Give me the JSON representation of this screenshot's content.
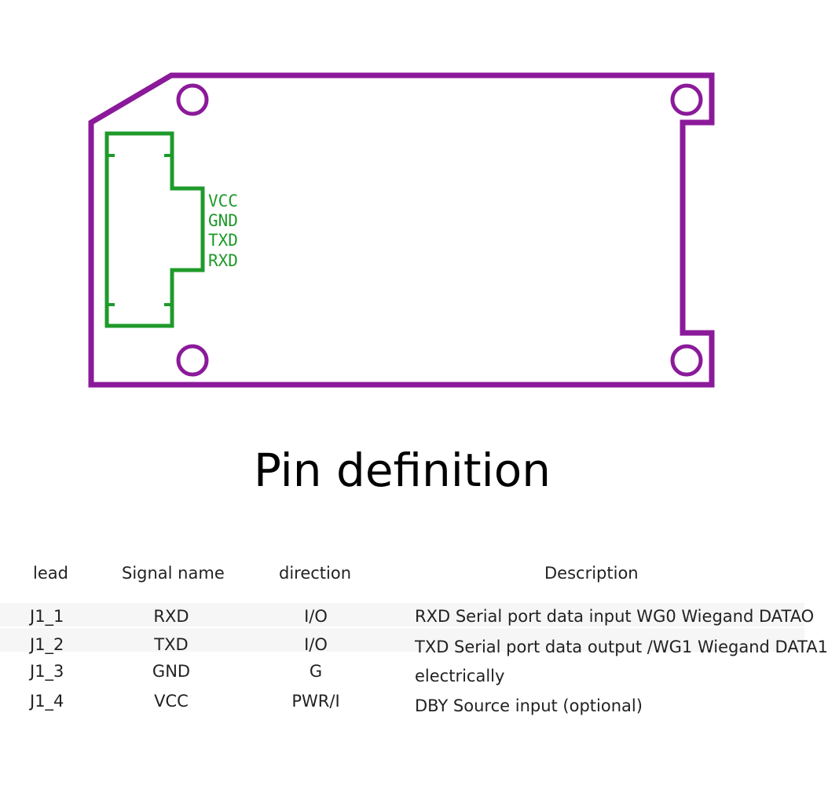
{
  "board": {
    "connector_pins": [
      "VCC",
      "GND",
      "TXD",
      "RXD"
    ],
    "colors": {
      "outline": "#8b1a9a",
      "connector": "#1e9a2a"
    }
  },
  "title": "Pin definition",
  "table": {
    "headers": [
      "lead",
      "Signal name",
      "direction",
      "Description"
    ],
    "rows": [
      [
        "J1_1",
        "RXD",
        "I/O",
        "RXD Serial port data input WG0 Wiegand DATAO"
      ],
      [
        "J1_2",
        "TXD",
        "I/O",
        "TXD Serial port data output /WG1 Wiegand DATA1"
      ],
      [
        "J1_3",
        "GND",
        "G",
        "electrically"
      ],
      [
        "J1_4",
        "VCC",
        "PWR/I",
        "DBY Source input (optional)"
      ]
    ]
  }
}
